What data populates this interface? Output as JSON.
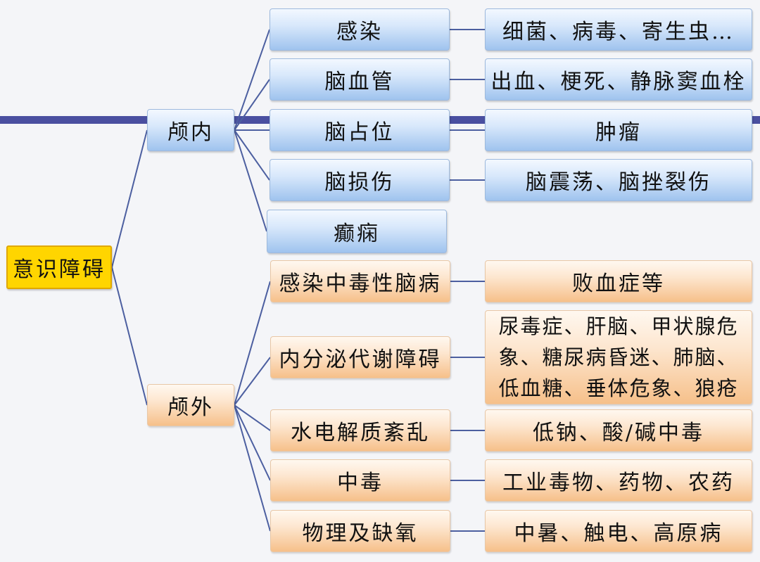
{
  "root": "意识障碍",
  "branches": [
    {
      "label": "颅内",
      "items": [
        {
          "cause": "感染",
          "detail": "细菌、病毒、寄生虫…"
        },
        {
          "cause": "脑血管",
          "detail": "出血、梗死、静脉窦血栓"
        },
        {
          "cause": "脑占位",
          "detail": "肿瘤"
        },
        {
          "cause": "脑损伤",
          "detail": "脑震荡、脑挫裂伤"
        },
        {
          "cause": "癫痫",
          "detail": ""
        }
      ]
    },
    {
      "label": "颅外",
      "items": [
        {
          "cause": "感染中毒性脑病",
          "detail": "败血症等"
        },
        {
          "cause": "内分泌代谢障碍",
          "detail": "尿毒症、肝脑、甲状腺危象、糖尿病昏迷、肺脑、低血糖、垂体危象、狼疮"
        },
        {
          "cause": "水电解质紊乱",
          "detail": "低钠、酸/碱中毒"
        },
        {
          "cause": "中毒",
          "detail": "工业毒物、药物、农药"
        },
        {
          "cause": "物理及缺氧",
          "detail": "中暑、触电、高原病"
        }
      ]
    }
  ],
  "colors": {
    "root_fill": "#ffd500",
    "intracranial_fill": "#b8d4f4",
    "extracranial_fill": "#f8d2ab",
    "connector": "#4c5fa0",
    "title_bar": "#4a4fa0"
  }
}
